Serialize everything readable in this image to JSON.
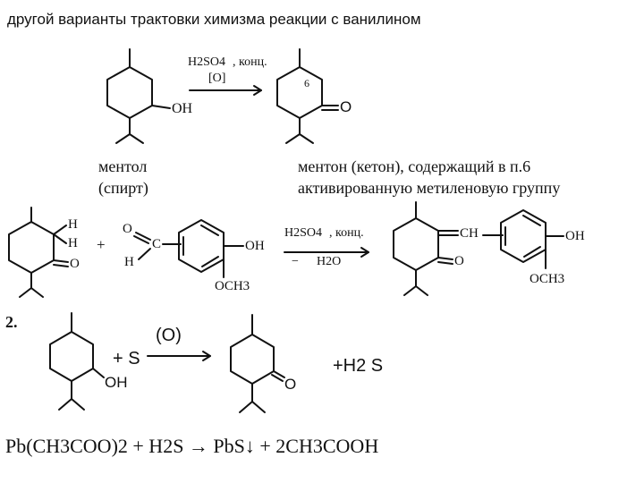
{
  "header": {
    "title": "другой варианты трактовки химизма реакции с ванилином"
  },
  "reaction1": {
    "reagent_h2so4": "H2SO4",
    "reagent_conc": ", конц.",
    "reagent_oxidant": "[O]",
    "product_oh": "OH",
    "position_label": "6",
    "ketone_o": "O",
    "menthol_name": "ментол",
    "menthol_class": "(спирт)",
    "menthone_line1": "ментон (кетон), содержащий в п.6",
    "menthone_line2": "активированную метиленовую группу"
  },
  "reaction2": {
    "h_top": "H",
    "h_bottom": "H",
    "plus": "+",
    "ketone_o": "O",
    "aldehyde_o": "O",
    "aldehyde_c": "C",
    "aldehyde_h": "H",
    "vanillin_oh": "OH",
    "vanillin_och3": "OCH3",
    "reagent_h2so4": "H2SO4",
    "reagent_conc": ", конц.",
    "reagent_minus": "−",
    "reagent_water": "H2O",
    "product_ch": "CH",
    "product_o": "O",
    "product_oh": "OH",
    "product_och3": "OCH3"
  },
  "section2": {
    "label": "2.",
    "plus_s": "+ S",
    "oxidant": "(O)",
    "alcohol_oh": "OH",
    "ketone_o": "O",
    "plus_h2s": "+H2 S"
  },
  "equation": {
    "text": "Pb(CH3COO)2 + H2S → PbS↓ +  2CH3COOH"
  }
}
